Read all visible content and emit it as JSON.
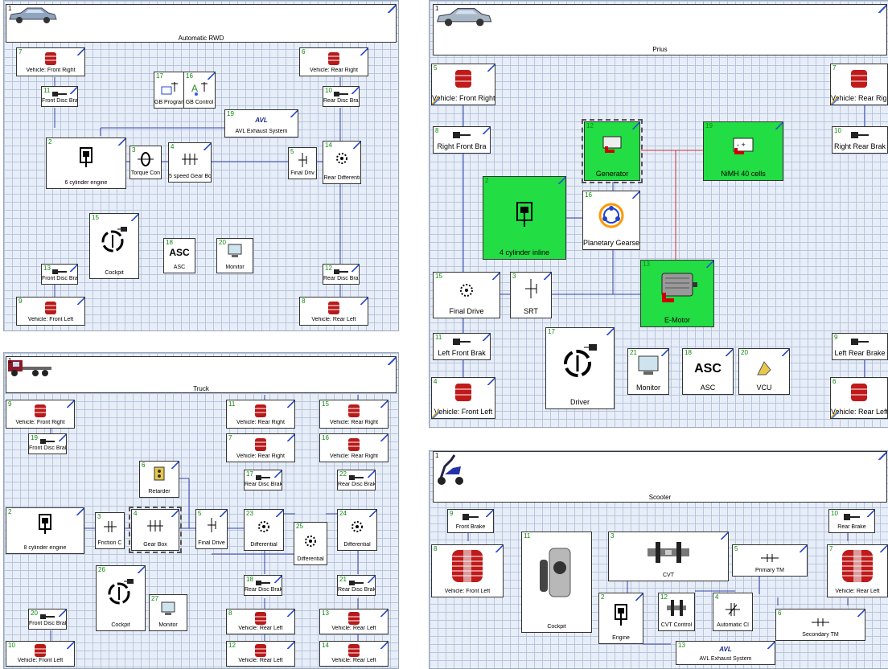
{
  "panels": {
    "rwd": {
      "title_num": "1",
      "title": "Automatic RWD",
      "blocks": {
        "b7": {
          "num": "7",
          "label": "Vehicle: Front Right"
        },
        "b11": {
          "num": "11",
          "label": "Front Disc Brak"
        },
        "b17": {
          "num": "17",
          "label": "GB Program"
        },
        "b16": {
          "num": "16",
          "label": "GB Control"
        },
        "b6": {
          "num": "6",
          "label": "Vehicle: Rear Right"
        },
        "b10": {
          "num": "10",
          "label": "Rear Disc Brak"
        },
        "b19": {
          "num": "19",
          "label": "AVL Exhaust System",
          "logo": "AVL"
        },
        "b2": {
          "num": "2",
          "label": "6 cylinder engine"
        },
        "b3": {
          "num": "3",
          "label": "Torque Con"
        },
        "b4": {
          "num": "4",
          "label": "5 speed Gear Box"
        },
        "b5": {
          "num": "5",
          "label": "Final Driv"
        },
        "b14": {
          "num": "14",
          "label": "Rear Differenti"
        },
        "b15": {
          "num": "15",
          "label": "Cockpit"
        },
        "b18": {
          "num": "18",
          "label": "ASC",
          "ico": "ASC"
        },
        "b20": {
          "num": "20",
          "label": "Monitor"
        },
        "b13": {
          "num": "13",
          "label": "Front Disc Brak"
        },
        "b12": {
          "num": "12",
          "label": "Rear Disc Brak"
        },
        "b9": {
          "num": "9",
          "label": "Vehicle: Front Left"
        },
        "b8": {
          "num": "8",
          "label": "Vehicle: Rear Left"
        }
      }
    },
    "prius": {
      "title_num": "1",
      "title": "Prius",
      "blocks": {
        "b5": {
          "num": "5",
          "label": "Vehicle: Front Right"
        },
        "b7": {
          "num": "7",
          "label": "Vehicle: Rear Right"
        },
        "b8": {
          "num": "8",
          "label": "Right Front Bra"
        },
        "b10": {
          "num": "10",
          "label": "Right Rear Brak"
        },
        "b12": {
          "num": "12",
          "label": "Generator"
        },
        "b19": {
          "num": "19",
          "label": "NiMH 40 cells"
        },
        "b2": {
          "num": "2",
          "label": "4 cylinder inline"
        },
        "b16": {
          "num": "16",
          "label": "Planetary Gearse"
        },
        "b13": {
          "num": "13",
          "label": "E-Motor"
        },
        "b15": {
          "num": "15",
          "label": "Final Drive"
        },
        "b3": {
          "num": "3",
          "label": "SRT"
        },
        "b11": {
          "num": "11",
          "label": "Left Front Brak"
        },
        "b9": {
          "num": "9",
          "label": "Left Rear Brake"
        },
        "b17": {
          "num": "17",
          "label": "Driver"
        },
        "b21": {
          "num": "21",
          "label": "Monitor"
        },
        "b18": {
          "num": "18",
          "label": "ASC",
          "ico": "ASC"
        },
        "b20": {
          "num": "20",
          "label": "VCU"
        },
        "b4": {
          "num": "4",
          "label": "Vehicle: Front Left"
        },
        "b6": {
          "num": "6",
          "label": "Vehicle: Rear Left"
        }
      }
    },
    "truck": {
      "title_num": "1",
      "title": "Truck",
      "blocks": {
        "b9": {
          "num": "9",
          "label": "Vehicle: Front Right"
        },
        "b19": {
          "num": "19",
          "label": "Front Disc Brak"
        },
        "b11": {
          "num": "11",
          "label": "Vehicle: Rear Right"
        },
        "b15": {
          "num": "15",
          "label": "Vehicle: Rear Right"
        },
        "b7": {
          "num": "7",
          "label": "Vehicle: Rear Right"
        },
        "b16": {
          "num": "16",
          "label": "Vehicle: Rear Right"
        },
        "b17": {
          "num": "17",
          "label": "Rear Disc Brak"
        },
        "b22": {
          "num": "22",
          "label": "Rear Disc Brak"
        },
        "b6": {
          "num": "6",
          "label": "Retarder"
        },
        "b2": {
          "num": "2",
          "label": "8 cylinder engine"
        },
        "b3": {
          "num": "3",
          "label": "Friction C"
        },
        "b4": {
          "num": "4",
          "label": "Gear Box"
        },
        "b5": {
          "num": "5",
          "label": "Final Drive"
        },
        "b23": {
          "num": "23",
          "label": "Differential"
        },
        "b25": {
          "num": "25",
          "label": "Differential"
        },
        "b24": {
          "num": "24",
          "label": "Differential"
        },
        "b26": {
          "num": "26",
          "label": "Cockpit"
        },
        "b27": {
          "num": "27",
          "label": "Monitor"
        },
        "b18": {
          "num": "18",
          "label": "Rear Disc Brak"
        },
        "b21": {
          "num": "21",
          "label": "Rear Disc Brak"
        },
        "b20": {
          "num": "20",
          "label": "Front Disc Brak"
        },
        "b8": {
          "num": "8",
          "label": "Vehicle: Rear Left"
        },
        "b13": {
          "num": "13",
          "label": "Vehicle: Rear Left"
        },
        "b10": {
          "num": "10",
          "label": "Vehicle: Front Left"
        },
        "b12": {
          "num": "12",
          "label": "Vehicle: Rear Left"
        },
        "b14": {
          "num": "14",
          "label": "Vehicle: Rear Left"
        }
      }
    },
    "scooter": {
      "title_num": "1",
      "title": "Scooter",
      "blocks": {
        "b9": {
          "num": "9",
          "label": "Front Brake"
        },
        "b10": {
          "num": "10",
          "label": "Rear Brake"
        },
        "b8": {
          "num": "8",
          "label": "Vehicle: Front Left"
        },
        "b11": {
          "num": "11",
          "label": "Cockpit"
        },
        "b3": {
          "num": "3",
          "label": "CVT"
        },
        "b5": {
          "num": "5",
          "label": "Primary TM"
        },
        "b7": {
          "num": "7",
          "label": "Vehicle: Rear Left"
        },
        "b2": {
          "num": "2",
          "label": "Engine"
        },
        "b12": {
          "num": "12",
          "label": "CVT Control"
        },
        "b4": {
          "num": "4",
          "label": "Automatic Cl"
        },
        "b6": {
          "num": "6",
          "label": "Secondary TM"
        },
        "b13": {
          "num": "13",
          "label": "AVL Exhaust System",
          "logo": "AVL"
        }
      }
    }
  },
  "colors": {
    "grid_bg": "#e8eef8",
    "grid_line": "#b7c6de",
    "wire": "#3344aa",
    "hybrid_wire": "#cc3333",
    "green": "#22dd44"
  }
}
